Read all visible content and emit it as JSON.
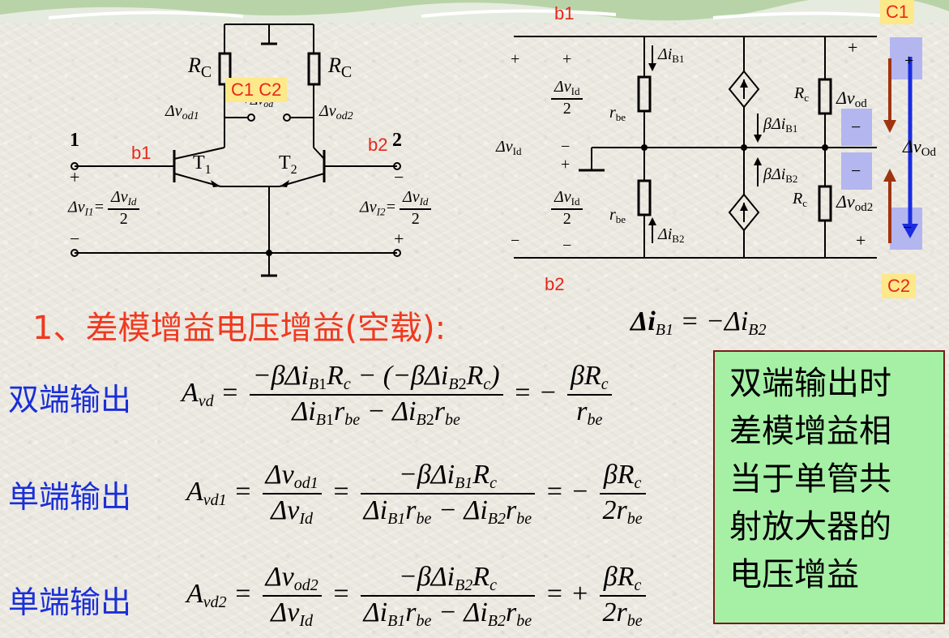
{
  "circuit_left": {
    "resistor_labels": [
      "R",
      "R"
    ],
    "resistor_sub": "C",
    "node_labels": [
      "1",
      "2"
    ],
    "transistors": [
      "T",
      "T"
    ],
    "transistor_subs": [
      "1",
      "2"
    ],
    "output_left": "Δv",
    "output_left_sub": "od1",
    "output_right": "Δv",
    "output_right_sub": "od2",
    "output_mid": "+Δv",
    "output_mid_sub": "od",
    "input_left": "Δv",
    "input_left_sub": "I1",
    "input_right": "Δv",
    "input_right_sub": "I2",
    "input_frac_num": "Δv",
    "input_frac_num_sub": "Id",
    "input_frac_den": "2",
    "plus": "+",
    "minus": "−"
  },
  "circuit_right": {
    "rbe": "r",
    "rbe_sub": "be",
    "Rc": "R",
    "Rc_sub": "c",
    "iB1": "Δi",
    "iB1_sub": "B1",
    "iB2": "Δi",
    "iB2_sub": "B2",
    "beta_iB1": "βΔi",
    "beta_iB2": "βΔi",
    "vId": "Δv",
    "vId_sub": "Id",
    "vod": "Δv",
    "vod_sub": "od",
    "vod2_sub": "od2",
    "vOd_sub": "Od"
  },
  "tags": {
    "b1_top": "b1",
    "b2_bottom": "b2",
    "c1_top": "C1",
    "c2_bottom": "C2",
    "c1c2_box": "C1 C2",
    "b1_left": "b1",
    "b2_left": "b2"
  },
  "heading": "1、差模增益电压增益(空载):",
  "relation": {
    "lhs": "Δi",
    "lhs_sub": "B1",
    "eq": "= −Δi",
    "rhs_sub": "B2"
  },
  "rows": [
    {
      "label": "双端输出",
      "A": "A",
      "A_sub": "vd"
    },
    {
      "label": "单端输出",
      "A": "A",
      "A_sub": "vd1"
    },
    {
      "label": "单端输出",
      "A": "A",
      "A_sub": "vd2"
    }
  ],
  "note": {
    "lines": [
      "双端输出时",
      "差模增益相",
      "当于单管共",
      "射放大器的",
      "电压增益"
    ]
  },
  "colors": {
    "heading": "#f0391f",
    "row_label": "#1a2fd8",
    "note_bg": "#a6f0a6",
    "tag": "#e8261a",
    "tag_bg": "#fde88a"
  }
}
